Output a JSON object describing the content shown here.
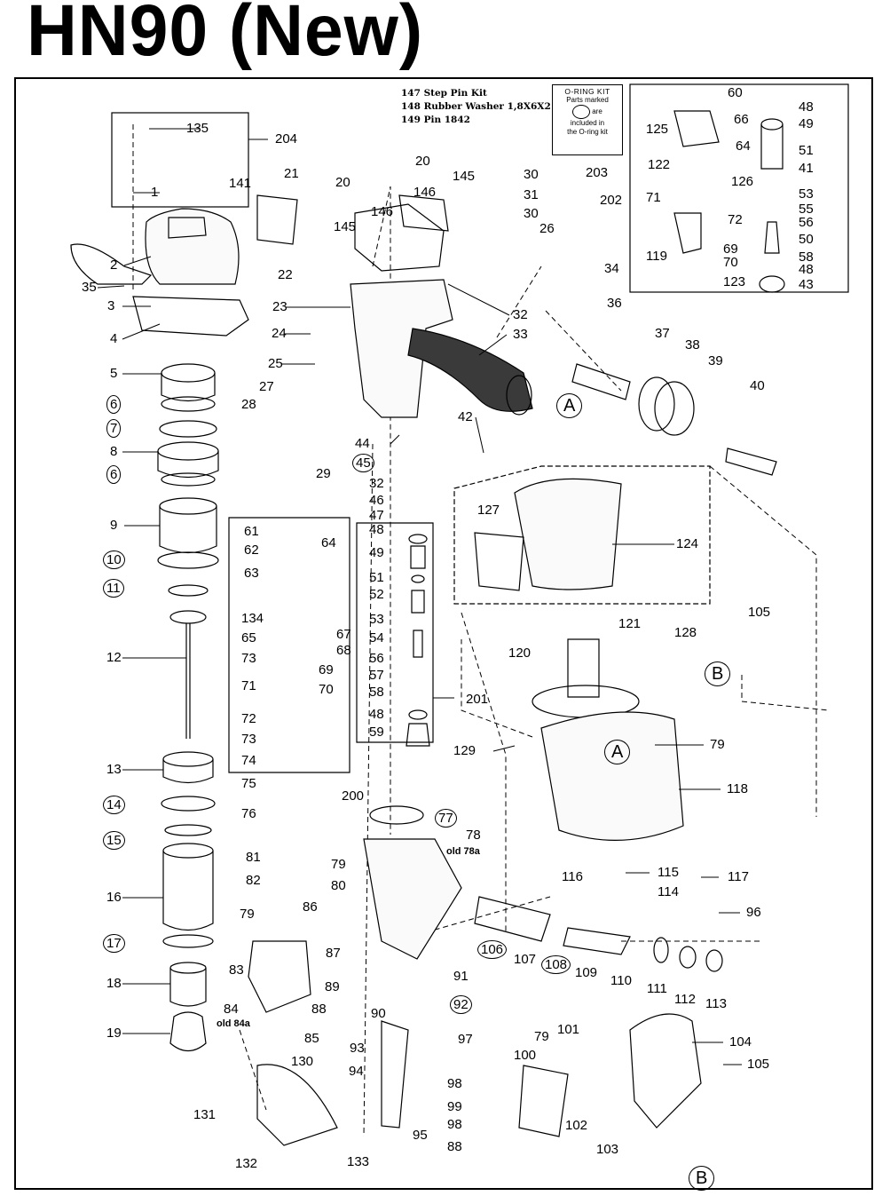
{
  "title": "HN90 (New)",
  "notes": [
    "147 Step Pin Kit",
    "148 Rubber Washer 1,8X6X2",
    "149 Pin 1842"
  ],
  "oring_kit": {
    "heading": "O-RING KIT",
    "line1": "Parts marked",
    "line2": "are",
    "line3": "included   in",
    "line4": "the O-ring kit"
  },
  "callouts": {
    "old78a": "old 78a",
    "old84a": "old 84a"
  },
  "labels": [
    [
      "135",
      210,
      145
    ],
    [
      "204",
      310,
      157
    ],
    [
      "141",
      258,
      207
    ],
    [
      "1",
      170,
      217
    ],
    [
      "21",
      320,
      196
    ],
    [
      "22",
      313,
      310
    ],
    [
      "2",
      124,
      299
    ],
    [
      "35",
      92,
      324
    ],
    [
      "3",
      121,
      345
    ],
    [
      "4",
      124,
      382
    ],
    [
      "5",
      124,
      421
    ],
    [
      "6",
      124,
      456,
      1
    ],
    [
      "7",
      124,
      483,
      1
    ],
    [
      "8",
      124,
      509
    ],
    [
      "6",
      124,
      535,
      1
    ],
    [
      "9",
      124,
      592
    ],
    [
      "10",
      120,
      631,
      1
    ],
    [
      "11",
      120,
      663,
      1
    ],
    [
      "12",
      120,
      741
    ],
    [
      "13",
      120,
      867
    ],
    [
      "14",
      120,
      907,
      1
    ],
    [
      "15",
      120,
      947,
      1
    ],
    [
      "16",
      120,
      1011
    ],
    [
      "17",
      120,
      1063,
      1
    ],
    [
      "18",
      120,
      1108
    ],
    [
      "19",
      120,
      1164
    ],
    [
      "20",
      378,
      206
    ],
    [
      "145",
      376,
      256
    ],
    [
      "146",
      418,
      239
    ],
    [
      "20",
      468,
      182
    ],
    [
      "146",
      466,
      217
    ],
    [
      "145",
      510,
      199
    ],
    [
      "30",
      590,
      197
    ],
    [
      "31",
      590,
      220
    ],
    [
      "30",
      590,
      241
    ],
    [
      "26",
      608,
      258
    ],
    [
      "23",
      307,
      346
    ],
    [
      "32",
      578,
      355
    ],
    [
      "33",
      578,
      377
    ],
    [
      "24",
      306,
      376
    ],
    [
      "25",
      302,
      410
    ],
    [
      "27",
      292,
      436
    ],
    [
      "28",
      272,
      456
    ],
    [
      "29",
      356,
      534
    ],
    [
      "44",
      400,
      500
    ],
    [
      "45",
      401,
      522,
      1
    ],
    [
      "42",
      516,
      470
    ],
    [
      "34",
      681,
      303
    ],
    [
      "36",
      684,
      342
    ],
    [
      "37",
      738,
      376
    ],
    [
      "38",
      772,
      389
    ],
    [
      "39",
      798,
      407
    ],
    [
      "40",
      845,
      435
    ],
    [
      "60",
      820,
      105
    ],
    [
      "125",
      728,
      146
    ],
    [
      "66",
      827,
      135
    ],
    [
      "64",
      829,
      165
    ],
    [
      "122",
      730,
      186
    ],
    [
      "126",
      824,
      205
    ],
    [
      "48",
      900,
      121
    ],
    [
      "49",
      900,
      140
    ],
    [
      "51",
      900,
      170
    ],
    [
      "41",
      900,
      190
    ],
    [
      "53",
      900,
      219
    ],
    [
      "55",
      900,
      236
    ],
    [
      "56",
      900,
      251
    ],
    [
      "50",
      900,
      270
    ],
    [
      "58",
      900,
      290
    ],
    [
      "48",
      900,
      304
    ],
    [
      "43",
      900,
      321
    ],
    [
      "203",
      660,
      195
    ],
    [
      "202",
      676,
      226
    ],
    [
      "71",
      728,
      223
    ],
    [
      "72",
      820,
      248
    ],
    [
      "69",
      815,
      281
    ],
    [
      "119",
      728,
      289
    ],
    [
      "70",
      815,
      296
    ],
    [
      "123",
      815,
      318
    ],
    [
      "61",
      275,
      599
    ],
    [
      "62",
      275,
      620
    ],
    [
      "64",
      362,
      612
    ],
    [
      "63",
      275,
      646
    ],
    [
      "134",
      272,
      697
    ],
    [
      "65",
      272,
      719
    ],
    [
      "67",
      379,
      715
    ],
    [
      "68",
      379,
      733
    ],
    [
      "73",
      272,
      742
    ],
    [
      "69",
      359,
      755
    ],
    [
      "71",
      272,
      773
    ],
    [
      "70",
      359,
      777
    ],
    [
      "72",
      272,
      810
    ],
    [
      "73",
      272,
      833
    ],
    [
      "74",
      272,
      857
    ],
    [
      "75",
      272,
      883
    ],
    [
      "76",
      272,
      917
    ],
    [
      "200",
      385,
      897
    ],
    [
      "32",
      416,
      545
    ],
    [
      "46",
      416,
      564
    ],
    [
      "47",
      416,
      581
    ],
    [
      "48",
      416,
      597
    ],
    [
      "49",
      416,
      623
    ],
    [
      "51",
      416,
      651
    ],
    [
      "52",
      416,
      670
    ],
    [
      "53",
      416,
      698
    ],
    [
      "54",
      416,
      719
    ],
    [
      "56",
      416,
      742
    ],
    [
      "57",
      416,
      761
    ],
    [
      "58",
      416,
      780
    ],
    [
      "48",
      416,
      805
    ],
    [
      "59",
      416,
      825
    ],
    [
      "201",
      525,
      788
    ],
    [
      "129",
      511,
      846
    ],
    [
      "127",
      538,
      575
    ],
    [
      "124",
      762,
      613
    ],
    [
      "121",
      697,
      703
    ],
    [
      "128",
      760,
      713
    ],
    [
      "105",
      843,
      690
    ],
    [
      "120",
      573,
      736
    ],
    [
      "79",
      800,
      839
    ],
    [
      "118",
      819,
      889
    ],
    [
      "77",
      494,
      922,
      1
    ],
    [
      "78",
      525,
      941
    ],
    [
      "79",
      373,
      974
    ],
    [
      "80",
      373,
      998
    ],
    [
      "81",
      277,
      966
    ],
    [
      "82",
      277,
      992
    ],
    [
      "86",
      341,
      1022
    ],
    [
      "79",
      270,
      1030
    ],
    [
      "87",
      367,
      1074
    ],
    [
      "83",
      258,
      1093
    ],
    [
      "89",
      366,
      1112
    ],
    [
      "88",
      351,
      1137
    ],
    [
      "84",
      252,
      1137
    ],
    [
      "85",
      343,
      1170
    ],
    [
      "130",
      328,
      1196
    ],
    [
      "131",
      218,
      1256
    ],
    [
      "132",
      265,
      1311
    ],
    [
      "133",
      391,
      1309
    ],
    [
      "91",
      511,
      1100
    ],
    [
      "90",
      418,
      1142
    ],
    [
      "92",
      511,
      1132,
      1
    ],
    [
      "93",
      394,
      1181
    ],
    [
      "94",
      393,
      1207
    ],
    [
      "95",
      465,
      1279
    ],
    [
      "97",
      516,
      1171
    ],
    [
      "79",
      602,
      1168
    ],
    [
      "101",
      628,
      1160
    ],
    [
      "100",
      579,
      1189
    ],
    [
      "98",
      504,
      1221
    ],
    [
      "99",
      504,
      1247
    ],
    [
      "98",
      504,
      1267
    ],
    [
      "88",
      504,
      1292
    ],
    [
      "102",
      637,
      1268
    ],
    [
      "103",
      672,
      1295
    ],
    [
      "116",
      633,
      988
    ],
    [
      "115",
      741,
      983
    ],
    [
      "114",
      741,
      1005
    ],
    [
      "117",
      820,
      988
    ],
    [
      "96",
      841,
      1028
    ],
    [
      "106",
      542,
      1070,
      1
    ],
    [
      "107",
      579,
      1081
    ],
    [
      "108",
      614,
      1087,
      1
    ],
    [
      "109",
      648,
      1096
    ],
    [
      "110",
      688,
      1105
    ],
    [
      "111",
      729,
      1114
    ],
    [
      "112",
      760,
      1126
    ],
    [
      "113",
      795,
      1131
    ],
    [
      "104",
      822,
      1174
    ],
    [
      "105",
      842,
      1199
    ]
  ],
  "big_circles": [
    [
      "A",
      641,
      457
    ],
    [
      "B",
      808,
      759
    ],
    [
      "A",
      695,
      847
    ],
    [
      "B",
      790,
      1327
    ]
  ]
}
